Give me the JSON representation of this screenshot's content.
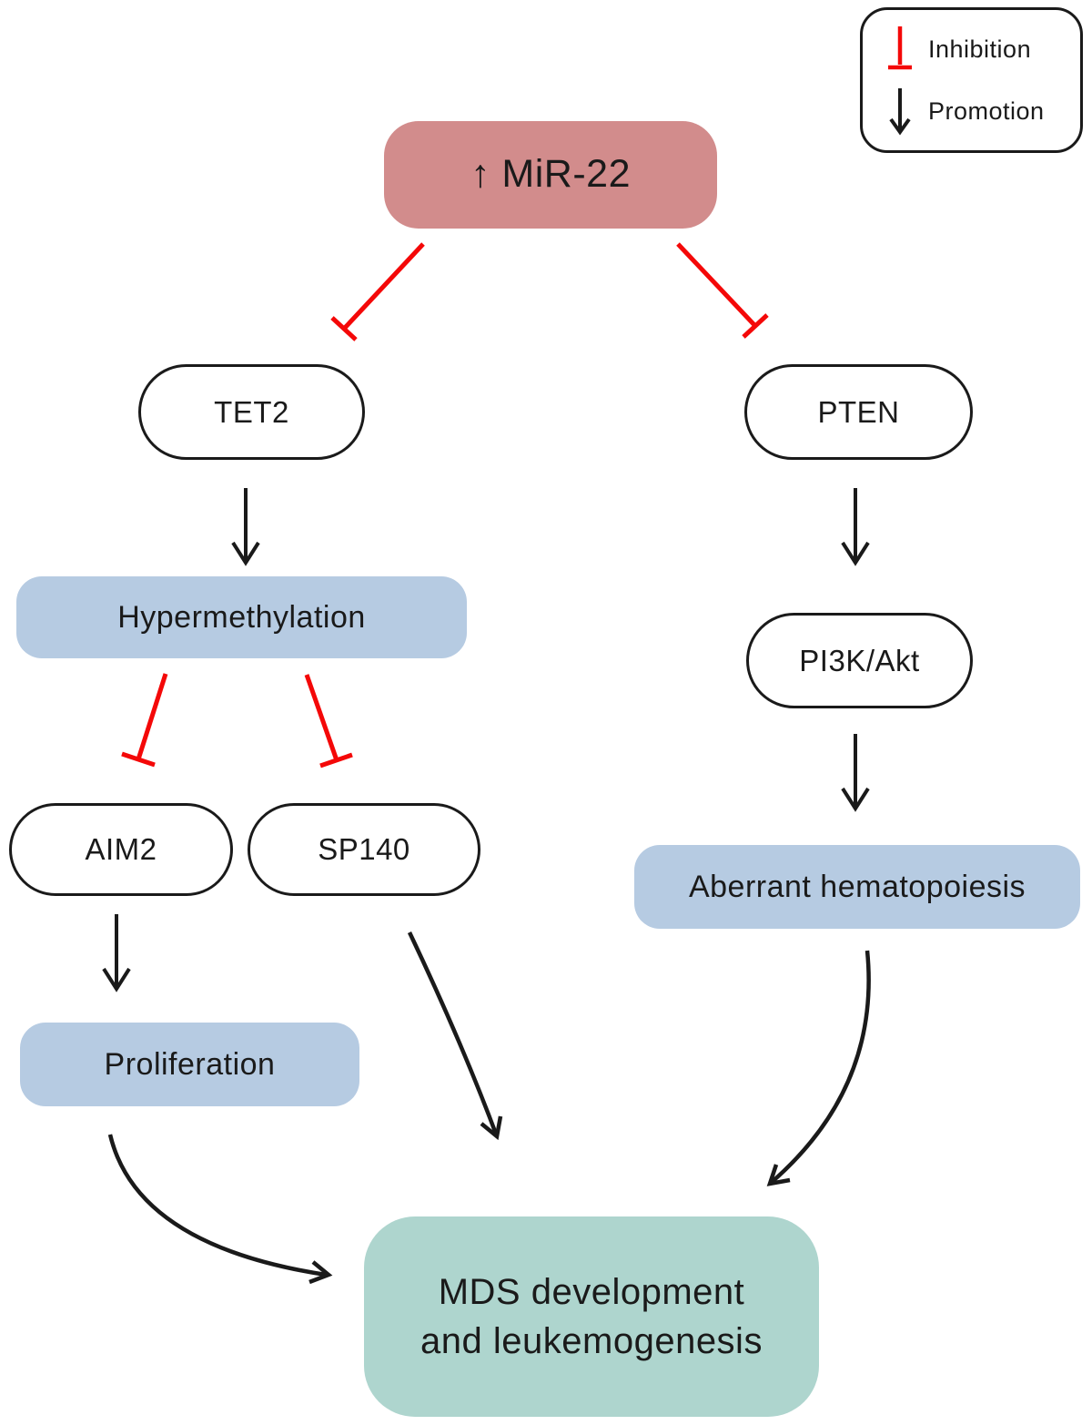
{
  "legend": {
    "items": [
      {
        "icon": "inhibition-tbar-icon",
        "label": "Inhibition"
      },
      {
        "icon": "promotion-arrow-icon",
        "label": "Promotion"
      }
    ]
  },
  "nodes": {
    "mir22": {
      "label": "↑ MiR-22"
    },
    "tet2": {
      "label": "TET2"
    },
    "pten": {
      "label": "PTEN"
    },
    "hypermethylation": {
      "label": "Hypermethylation"
    },
    "pi3k_akt": {
      "label": "PI3K/Akt"
    },
    "aim2": {
      "label": "AIM2"
    },
    "sp140": {
      "label": "SP140"
    },
    "aberrant_hematopoiesis": {
      "label": "Aberrant hematopoiesis"
    },
    "proliferation": {
      "label": "Proliferation"
    },
    "mds": {
      "lines": [
        "MDS development",
        "and leukemogenesis"
      ]
    }
  },
  "edges": [
    {
      "from": "MiR-22",
      "to": "TET2",
      "type": "inhibition"
    },
    {
      "from": "MiR-22",
      "to": "PTEN",
      "type": "inhibition"
    },
    {
      "from": "TET2",
      "to": "Hypermethylation",
      "type": "promotion"
    },
    {
      "from": "Hypermethylation",
      "to": "AIM2",
      "type": "inhibition"
    },
    {
      "from": "Hypermethylation",
      "to": "SP140",
      "type": "inhibition"
    },
    {
      "from": "AIM2",
      "to": "Proliferation",
      "type": "promotion"
    },
    {
      "from": "PTEN",
      "to": "PI3K/Akt",
      "type": "promotion"
    },
    {
      "from": "PI3K/Akt",
      "to": "Aberrant hematopoiesis",
      "type": "promotion"
    },
    {
      "from": "Proliferation",
      "to": "MDS development and leukemogenesis",
      "type": "promotion"
    },
    {
      "from": "SP140",
      "to": "MDS development and leukemogenesis",
      "type": "promotion"
    },
    {
      "from": "Aberrant hematopoiesis",
      "to": "MDS development and leukemogenesis",
      "type": "promotion"
    }
  ],
  "colors": {
    "ink": "#1a1a1a",
    "inhibition_red": "#f40808",
    "mir22_fill": "#d28c8c",
    "blue_fill": "#b6cbe2",
    "teal_fill": "#aed5ce"
  }
}
